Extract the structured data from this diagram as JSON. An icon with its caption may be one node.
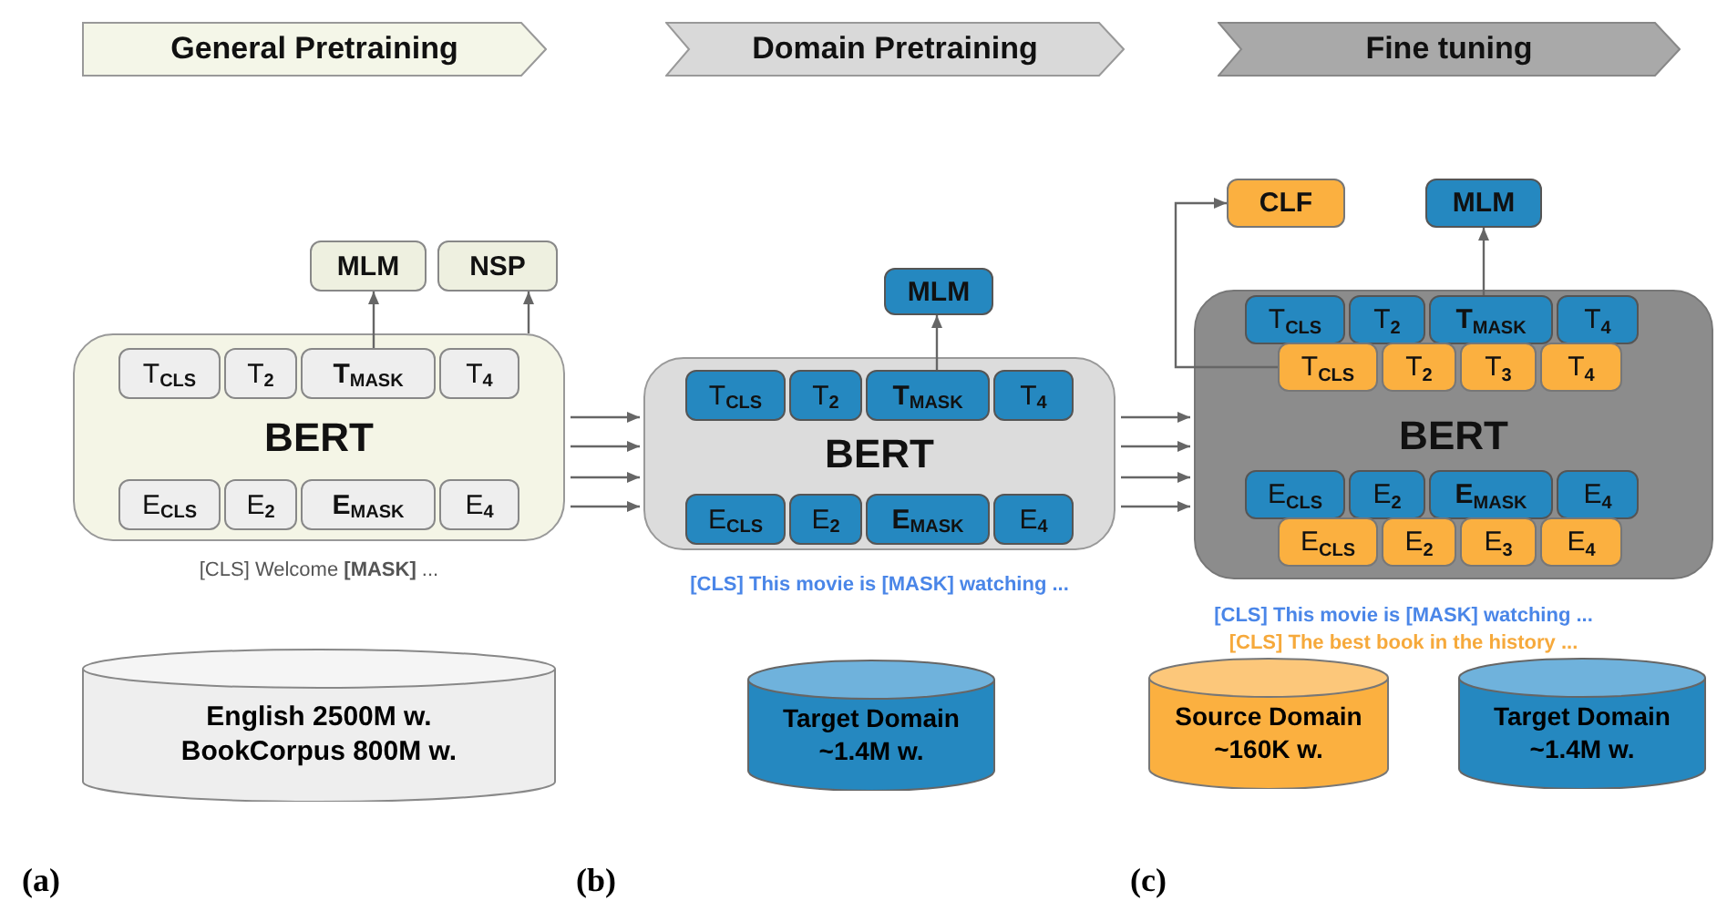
{
  "diagram": {
    "nodes": [
      {
        "text": [
          "General Pretraining"
        ]
      },
      {
        "text": [
          "Domain Pretraining"
        ]
      },
      {
        "text": [
          "Fine tuning"
        ]
      },
      {
        "text": [
          "MLM"
        ]
      },
      {
        "text": [
          "NSP"
        ]
      },
      {
        "text": [
          "BERT"
        ]
      },
      {
        "text": [
          "T$_{CLS}$"
        ],
        "in": 5
      },
      {
        "text": [
          "T$_{2}$"
        ],
        "in": 5
      },
      {
        "text": [
          "**T**$_{MASK}$"
        ],
        "in": 5
      },
      {
        "text": [
          "T$_{4}$"
        ],
        "in": 5
      },
      {
        "text": [
          "E$_{CLS}$"
        ],
        "in": 5
      },
      {
        "text": [
          "E$_{2}$"
        ],
        "in": 5
      },
      {
        "text": [
          "**E**$_{MASK}$"
        ],
        "in": 5
      },
      {
        "text": [
          "E$_{4}$"
        ],
        "in": 5
      },
      {
        "text": [
          "MLM"
        ]
      },
      {
        "text": [
          "BERT"
        ]
      },
      {
        "text": [
          "T$_{CLS}$"
        ],
        "in": 15
      },
      {
        "text": [
          "T$_{2}$"
        ],
        "in": 15
      },
      {
        "text": [
          "**T**$_{MASK}$"
        ],
        "in": 15
      },
      {
        "text": [
          "T$_{4}$"
        ],
        "in": 15
      },
      {
        "text": [
          "E$_{CLS}$"
        ],
        "in": 15
      },
      {
        "text": [
          "E$_{2}$"
        ],
        "in": 15
      },
      {
        "text": [
          "**E**$_{MASK}$"
        ],
        "in": 15
      },
      {
        "text": [
          "E$_{4}$"
        ],
        "in": 15
      },
      {
        "text": [
          "CLF"
        ]
      },
      {
        "text": [
          "MLM"
        ]
      },
      {
        "text": [
          "BERT"
        ]
      },
      {
        "text": [
          "T$_{CLS}$"
        ],
        "in": 26
      },
      {
        "text": [
          "T$_{2}$"
        ],
        "in": 26
      },
      {
        "text": [
          "**T**$_{MASK}$"
        ],
        "in": 26
      },
      {
        "text": [
          "T$_{4}$"
        ],
        "in": 26
      },
      {
        "text": [
          "T$_{CLS}$"
        ],
        "in": 26
      },
      {
        "text": [
          "T$_{2}$"
        ],
        "in": 26
      },
      {
        "text": [
          "T$_{3}$"
        ],
        "in": 26
      },
      {
        "text": [
          "T$_{4}$"
        ],
        "in": 26
      },
      {
        "text": [
          "E$_{CLS}$"
        ],
        "in": 26
      },
      {
        "text": [
          "E$_{2}$"
        ],
        "in": 26
      },
      {
        "text": [
          "**E**$_{MASK}$"
        ],
        "in": 26
      },
      {
        "text": [
          "E$_{4}$"
        ],
        "in": 26
      },
      {
        "text": [
          "E$_{CLS}$"
        ],
        "in": 26
      },
      {
        "text": [
          "E$_{2}$"
        ],
        "in": 26
      },
      {
        "text": [
          "E$_{3}$"
        ],
        "in": 26
      },
      {
        "text": [
          "E$_{4}$"
        ],
        "in": 26
      },
      {
        "text": [
          "English 2500M w. BookCorpus 800M w."
        ]
      },
      {
        "text": [
          "Target Domain ~1.4M w."
        ]
      },
      {
        "text": [
          "Source Domain ~160K w."
        ]
      },
      {
        "text": [
          "Target Domain ~1.4M w."
        ]
      }
    ],
    "edges": [
      {
        "from": 8,
        "to": 3,
        "arrow": "to"
      },
      {
        "from": 5,
        "to": 4,
        "arrow": "to"
      },
      {
        "from": 5,
        "to": 15,
        "arrow": "to"
      },
      {
        "from": 5,
        "to": 15,
        "arrow": "to"
      },
      {
        "from": 5,
        "to": 15,
        "arrow": "to"
      },
      {
        "from": 5,
        "to": 15,
        "arrow": "to"
      },
      {
        "from": 18,
        "to": 14,
        "arrow": "to"
      },
      {
        "from": 15,
        "to": 26,
        "arrow": "to"
      },
      {
        "from": 15,
        "to": 26,
        "arrow": "to"
      },
      {
        "from": 15,
        "to": 26,
        "arrow": "to"
      },
      {
        "from": 15,
        "to": 26,
        "arrow": "to"
      },
      {
        "from": 31,
        "to": 24,
        "arrow": "to"
      },
      {
        "from": 29,
        "to": 25,
        "arrow": "to"
      }
    ],
    "labels": [
      "[CLS] Welcome **[MASK]** ...",
      "[CLS] This movie is [MASK] watching  ...",
      "[CLS] This movie is  [MASK] watching  ...",
      "[CLS] The best book in the history ...",
      "(a)",
      "(b)",
      "(c)"
    ]
  }
}
